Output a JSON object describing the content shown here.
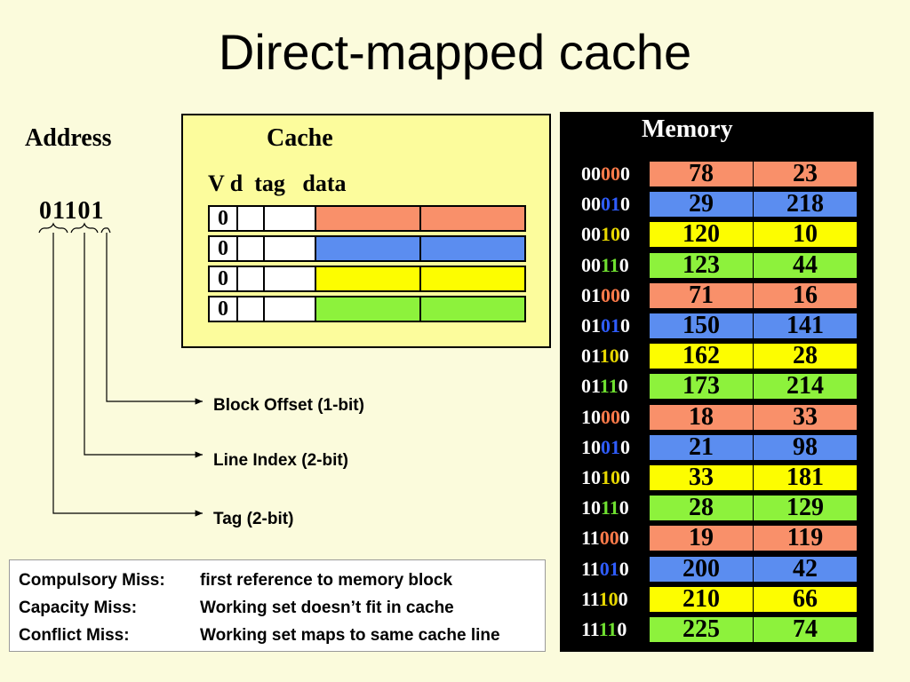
{
  "title": "Direct-mapped cache",
  "address": {
    "label": "Address",
    "value": "01101"
  },
  "cache": {
    "label": "Cache",
    "columns": "V d  tag   data",
    "lines": [
      {
        "v": "0",
        "color": "#f9906a"
      },
      {
        "v": "0",
        "color": "#5b8df0"
      },
      {
        "v": "0",
        "color": "#fdfd00"
      },
      {
        "v": "0",
        "color": "#8df23c"
      }
    ]
  },
  "memory": {
    "label": "Memory",
    "bit_colors": [
      "#ff7b4a",
      "#2f5dff",
      "#e8d800",
      "#6fe030"
    ],
    "rows": [
      {
        "addr": [
          "00",
          "00",
          "0"
        ],
        "values": [
          "78",
          "23"
        ]
      },
      {
        "addr": [
          "00",
          "01",
          "0"
        ],
        "values": [
          "29",
          "218"
        ]
      },
      {
        "addr": [
          "00",
          "10",
          "0"
        ],
        "values": [
          "120",
          "10"
        ]
      },
      {
        "addr": [
          "00",
          "11",
          "0"
        ],
        "values": [
          "123",
          "44"
        ]
      },
      {
        "addr": [
          "01",
          "00",
          "0"
        ],
        "values": [
          "71",
          "16"
        ]
      },
      {
        "addr": [
          "01",
          "01",
          "0"
        ],
        "values": [
          "150",
          "141"
        ]
      },
      {
        "addr": [
          "01",
          "10",
          "0"
        ],
        "values": [
          "162",
          "28"
        ]
      },
      {
        "addr": [
          "01",
          "11",
          "0"
        ],
        "values": [
          "173",
          "214"
        ]
      },
      {
        "addr": [
          "10",
          "00",
          "0"
        ],
        "values": [
          "18",
          "33"
        ]
      },
      {
        "addr": [
          "10",
          "01",
          "0"
        ],
        "values": [
          "21",
          "98"
        ]
      },
      {
        "addr": [
          "10",
          "10",
          "0"
        ],
        "values": [
          "33",
          "181"
        ]
      },
      {
        "addr": [
          "10",
          "11",
          "0"
        ],
        "values": [
          "28",
          "129"
        ]
      },
      {
        "addr": [
          "11",
          "00",
          "0"
        ],
        "values": [
          "19",
          "119"
        ]
      },
      {
        "addr": [
          "11",
          "01",
          "0"
        ],
        "values": [
          "200",
          "42"
        ]
      },
      {
        "addr": [
          "11",
          "10",
          "0"
        ],
        "values": [
          "210",
          "66"
        ]
      },
      {
        "addr": [
          "11",
          "11",
          "0"
        ],
        "values": [
          "225",
          "74"
        ]
      }
    ]
  },
  "address_fields": {
    "block_offset": "Block Offset (1-bit)",
    "line_index": "Line Index (2-bit)",
    "tag": "Tag (2-bit)"
  },
  "legend": [
    {
      "term": "Compulsory Miss:",
      "desc": "first reference to memory block"
    },
    {
      "term": "Capacity Miss:",
      "desc": "Working set doesn’t fit in cache"
    },
    {
      "term": "Conflict Miss:",
      "desc": "Working set maps to same cache line"
    }
  ]
}
